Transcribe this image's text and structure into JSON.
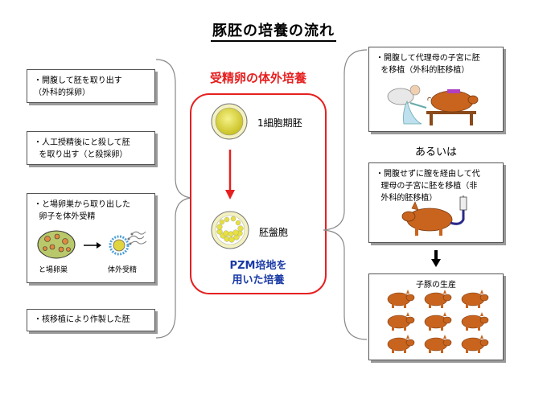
{
  "title": "豚胚の培養の流れ",
  "center": {
    "heading": "受精卵の体外培養",
    "stage1": "1細胞期胚",
    "stage2": "胚盤胞",
    "medium_line1": "PZM培地を",
    "medium_line2": "用いた培養"
  },
  "left": {
    "item1": "・開腹して胚を取り出す\n（外科的採卵）",
    "item2": "・人工授精後にと殺して胚\n  を取り出す（と殺採卵）",
    "item3": "・と場卵巣から取り出した\n  卵子を体外受精",
    "item3_ovary": "と場卵巣",
    "item3_ivf": "体外受精",
    "item4": "・核移植により作製した胚"
  },
  "right": {
    "item1": "・開腹して代理母の子宮に胚\n  を移植（外科的胚移植）",
    "or_text": "あるいは",
    "item2": "・開腹せずに膣を経由して代\n  理母の子宮に胚を移植（非\n  外科的胚移植）",
    "item3": "子豚の生産"
  },
  "colors": {
    "accent_red": "#e62020",
    "text_blue": "#1a3aa6",
    "pig": "#c8641e",
    "embryo": "#e8e040"
  },
  "icons": [
    "embryo-1cell-icon",
    "blastocyst-icon",
    "ovary-icon",
    "ivf-icon",
    "pig-icon",
    "surgery-icon",
    "catheter-icon",
    "arrow-down-icon"
  ]
}
